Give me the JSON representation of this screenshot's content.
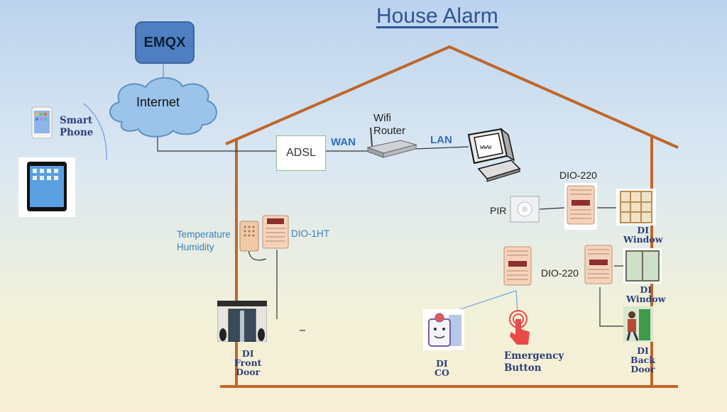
{
  "title": "House Alarm",
  "cloud": {
    "emqx": "EMQX",
    "internet": "Internet"
  },
  "network": {
    "adsl": "ADSL",
    "wan": "WAN",
    "lan": "LAN",
    "router": "Wifi\nRouter"
  },
  "clients": {
    "smartphone": "Smart\nPhone"
  },
  "devices": {
    "dio_1ht": "DIO-1HT",
    "temp_hum": "Temperature\nHumidity",
    "dio_220_top": "DIO-220",
    "dio_220_mid": "DIO-220",
    "pir": "PIR"
  },
  "inputs": {
    "di_window_1": "DI\nWindow",
    "di_window_2": "DI\nWindow",
    "di_front_door": "DI\nFront\nDoor",
    "di_co": "DI\nCO",
    "emergency": "Emergency\nButton",
    "di_back_door": "DI\nBack\nDoor"
  },
  "colors": {
    "house": "#c0662a",
    "title": "#2f5496",
    "label_blue": "#2f6fb8",
    "emqx": "#4f7fc1"
  }
}
